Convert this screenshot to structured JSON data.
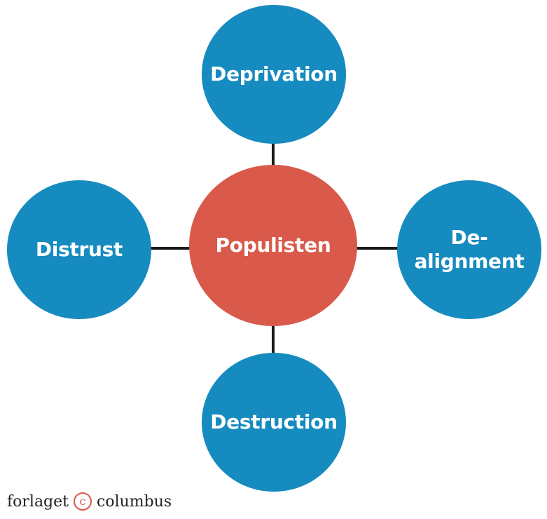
{
  "colors": {
    "outer_node": "#168bbf",
    "center_node": "#d9594a",
    "connector": "#1a1a1a",
    "footer_symbol": "#d9594a"
  },
  "diagram": {
    "center": {
      "label": "Populisten"
    },
    "nodes": {
      "top": {
        "label": "Deprivation"
      },
      "left": {
        "label": "Distrust"
      },
      "right": {
        "label": "De-\nalignment"
      },
      "bottom": {
        "label": "Destruction"
      }
    }
  },
  "footer": {
    "publisher_prefix": "forlaget",
    "publisher_symbol": "c",
    "publisher_suffix": "columbus"
  }
}
